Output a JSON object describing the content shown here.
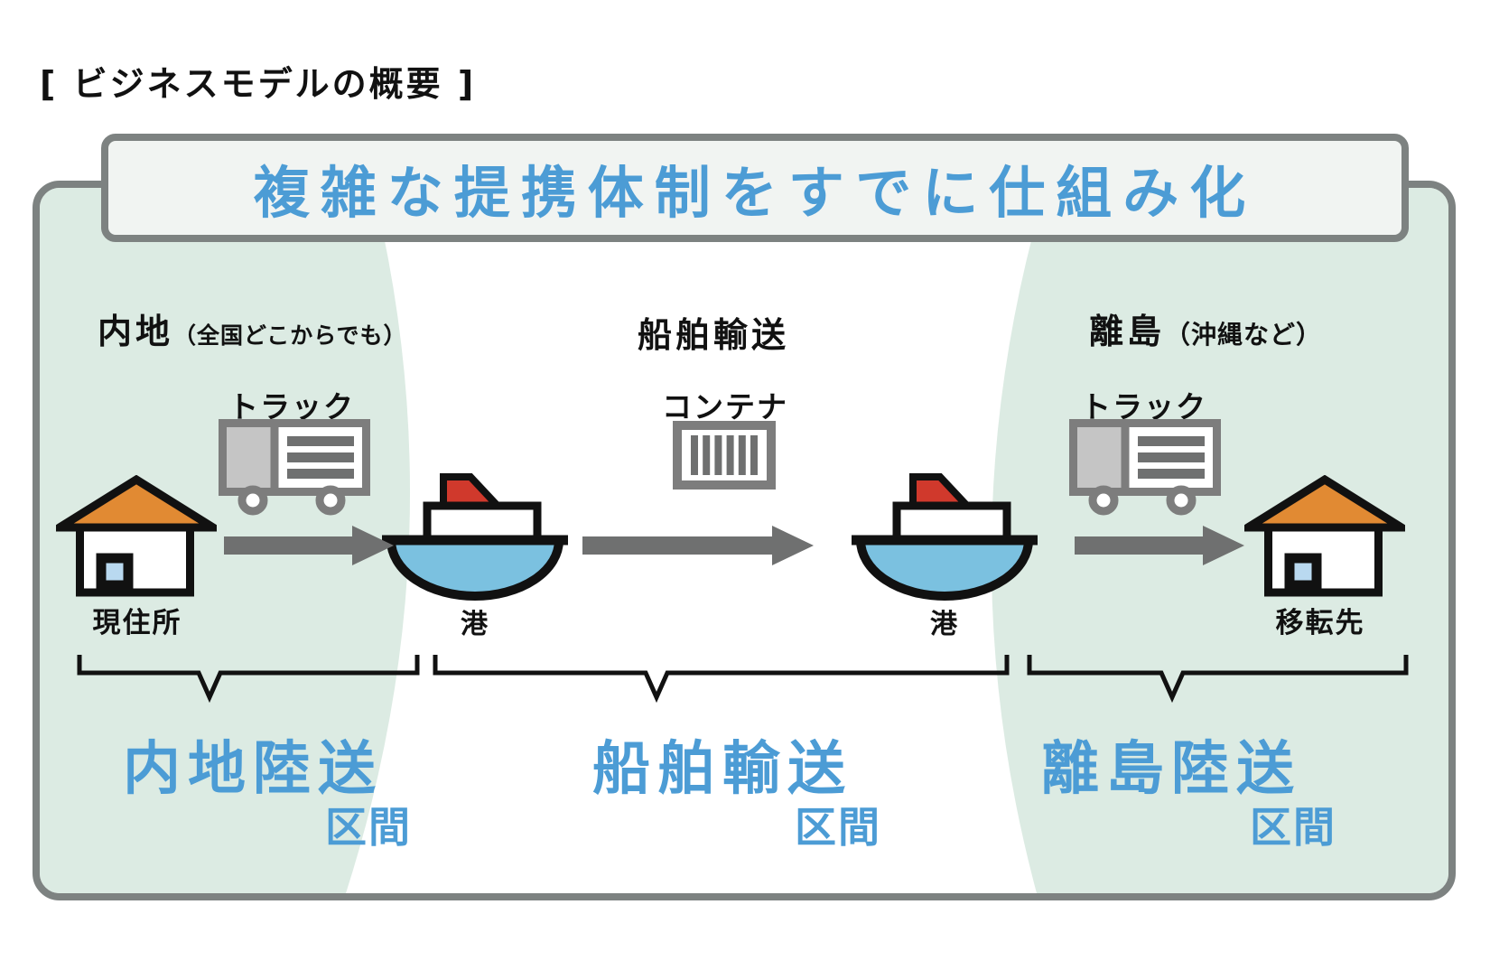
{
  "page": {
    "label": "[ ビジネスモデルの概要 ]"
  },
  "banner": {
    "title": "複雑な提携体制をすでに仕組み化"
  },
  "regions": [
    {
      "name": "内地",
      "note": "（全国どこからでも）"
    },
    {
      "name": "船舶輸送",
      "note": ""
    },
    {
      "name": "離島",
      "note": "（沖縄など）"
    }
  ],
  "nodes": [
    {
      "id": "house-origin",
      "label": "現住所"
    },
    {
      "id": "truck-mainland",
      "label": "トラック"
    },
    {
      "id": "port-departure",
      "label": "港"
    },
    {
      "id": "container",
      "label": "コンテナ"
    },
    {
      "id": "port-arrival",
      "label": "港"
    },
    {
      "id": "truck-island",
      "label": "トラック"
    },
    {
      "id": "house-destination",
      "label": "移転先"
    }
  ],
  "segments": [
    {
      "label": "内地陸送",
      "suffix": "区間"
    },
    {
      "label": "船舶輸送",
      "suffix": "区間"
    },
    {
      "label": "離島陸送",
      "suffix": "区間"
    }
  ],
  "colors": {
    "accent_blue": "#4c9cd5",
    "region_green": "#dcebe3",
    "border_gray": "#7d8281",
    "arrow_gray": "#6f7070",
    "truck_gray": "#7d7d7d",
    "cab_gray": "#c5c5c5",
    "roof_orange": "#e18a33",
    "window_blue": "#b9d9f0",
    "hull_blue": "#7bc1e0",
    "funnel_red": "#d0392c",
    "banner_bg": "#f1f4f2",
    "text_black": "#111111"
  }
}
